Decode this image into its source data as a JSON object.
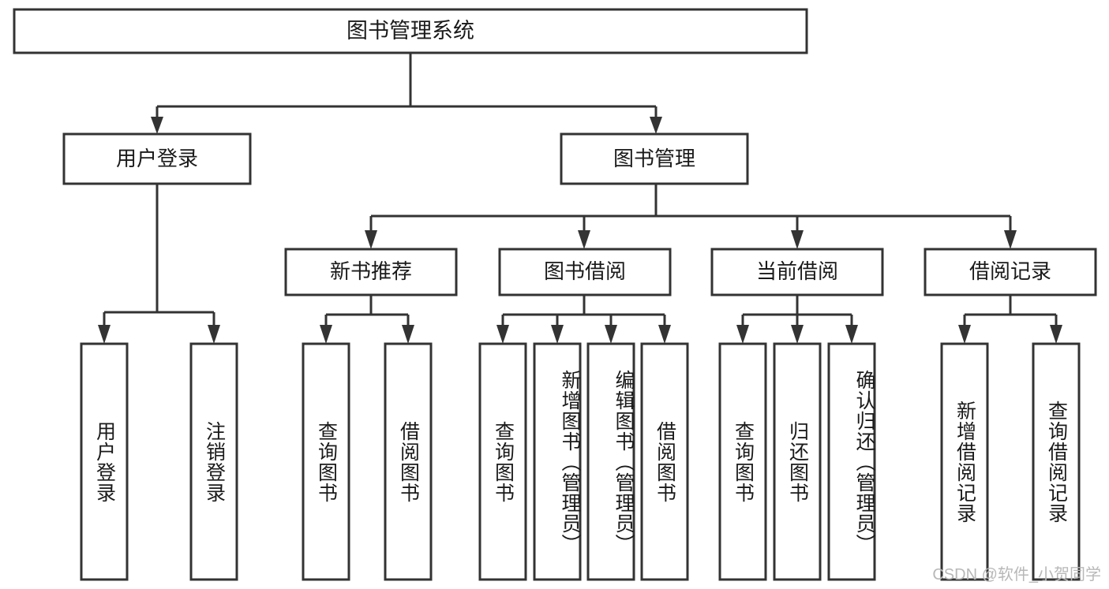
{
  "diagram": {
    "title": "图书管理系统",
    "watermark": "CSDN @软件_小贺同学",
    "colors": {
      "box_stroke": "#333333",
      "box_fill": "#ffffff",
      "text": "#1a1a1a",
      "watermark": "#b8b8b8",
      "background": "#ffffff"
    },
    "root": {
      "label": "图书管理系统"
    },
    "level2": [
      {
        "label": "用户登录"
      },
      {
        "label": "图书管理"
      }
    ],
    "level3": [
      {
        "label": "新书推荐"
      },
      {
        "label": "图书借阅"
      },
      {
        "label": "当前借阅"
      },
      {
        "label": "借阅记录"
      }
    ],
    "leaves": {
      "user_login": [
        {
          "label": "用户登录"
        },
        {
          "label": "注销登录"
        }
      ],
      "new_book": [
        {
          "label": "查询图书"
        },
        {
          "label": "借阅图书"
        }
      ],
      "book_borrow": [
        {
          "label": "查询图书"
        },
        {
          "label": "新增图书（管理员）"
        },
        {
          "label": "编辑图书（管理员）"
        },
        {
          "label": "借阅图书"
        }
      ],
      "current_borrow": [
        {
          "label": "查询图书"
        },
        {
          "label": "归还图书"
        },
        {
          "label": "确认归还（管理员）"
        }
      ],
      "borrow_record": [
        {
          "label": "新增借阅记录"
        },
        {
          "label": "查询借阅记录"
        }
      ]
    }
  }
}
